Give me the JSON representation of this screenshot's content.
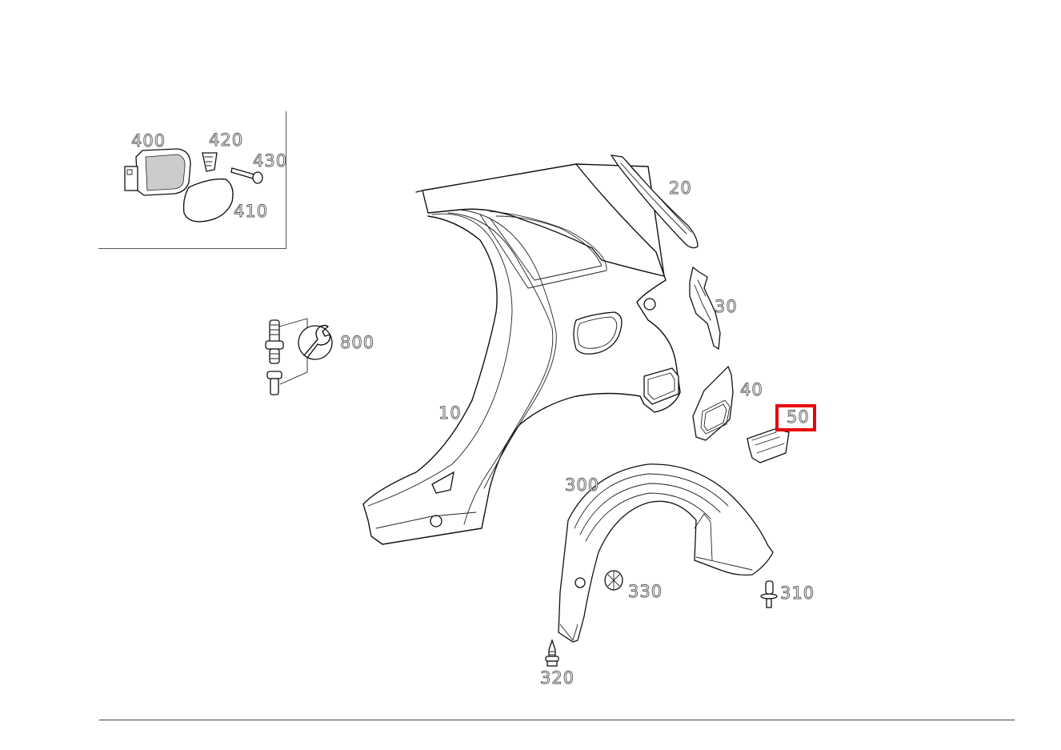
{
  "diagram": {
    "type": "exploded parts diagram",
    "subject": "rear side panel / quarter panel assembly",
    "highlight_color": "#e8000b",
    "selected_callout": "50"
  },
  "inset": {
    "callouts": [
      {
        "id": "400",
        "label": "400"
      },
      {
        "id": "420",
        "label": "420"
      },
      {
        "id": "430",
        "label": "430"
      },
      {
        "id": "410",
        "label": "410"
      }
    ]
  },
  "callouts": [
    {
      "id": "800",
      "label": "800"
    },
    {
      "id": "10",
      "label": "10"
    },
    {
      "id": "20",
      "label": "20"
    },
    {
      "id": "30",
      "label": "30"
    },
    {
      "id": "40",
      "label": "40"
    },
    {
      "id": "50",
      "label": "50"
    },
    {
      "id": "300",
      "label": "300"
    },
    {
      "id": "310",
      "label": "310"
    },
    {
      "id": "320",
      "label": "320"
    },
    {
      "id": "330",
      "label": "330"
    }
  ],
  "icons": {
    "tool": "wrench-icon"
  }
}
